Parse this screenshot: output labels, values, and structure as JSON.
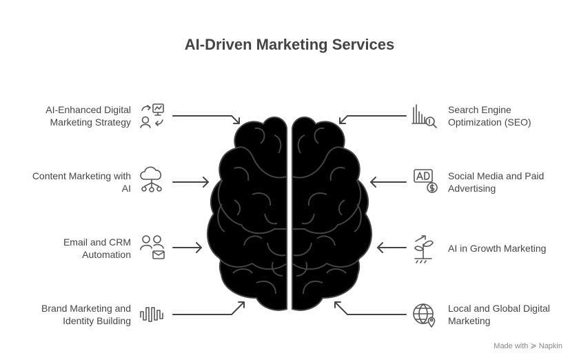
{
  "title": "AI-Driven Marketing Services",
  "left_items": [
    {
      "label_line1": "AI-Enhanced Digital",
      "label_line2": "Marketing Strategy",
      "icon": "strategy-icon"
    },
    {
      "label_line1": "Content Marketing with",
      "label_line2": "AI",
      "icon": "cloud-network-icon"
    },
    {
      "label_line1": "Email and CRM",
      "label_line2": "Automation",
      "icon": "users-mail-icon"
    },
    {
      "label_line1": "Brand Marketing and",
      "label_line2": "Identity Building",
      "icon": "soundwave-icon"
    }
  ],
  "right_items": [
    {
      "label_line1": "Search Engine",
      "label_line2": "Optimization (SEO)",
      "icon": "seo-chart-icon"
    },
    {
      "label_line1": "Social Media and Paid",
      "label_line2": "Advertising",
      "icon": "ad-dollar-icon"
    },
    {
      "label_line1": "AI in Growth Marketing",
      "label_line2": "",
      "icon": "growth-plant-icon"
    },
    {
      "label_line1": "Local and Global Digital",
      "label_line2": "Marketing",
      "icon": "globe-pin-icon"
    }
  ],
  "colors": {
    "left_top": "#79dbfc",
    "left_upper": "#ccf56e",
    "left_lower": "#ffbc7e",
    "left_bottom": "#ff9fdb",
    "right_top": "#7ff5c4",
    "right_upper": "#fdea62",
    "right_lower": "#ffa29c",
    "right_bottom": "#e0a8fc",
    "stroke": "#444444"
  },
  "footer": "Made with ≽ Napkin"
}
